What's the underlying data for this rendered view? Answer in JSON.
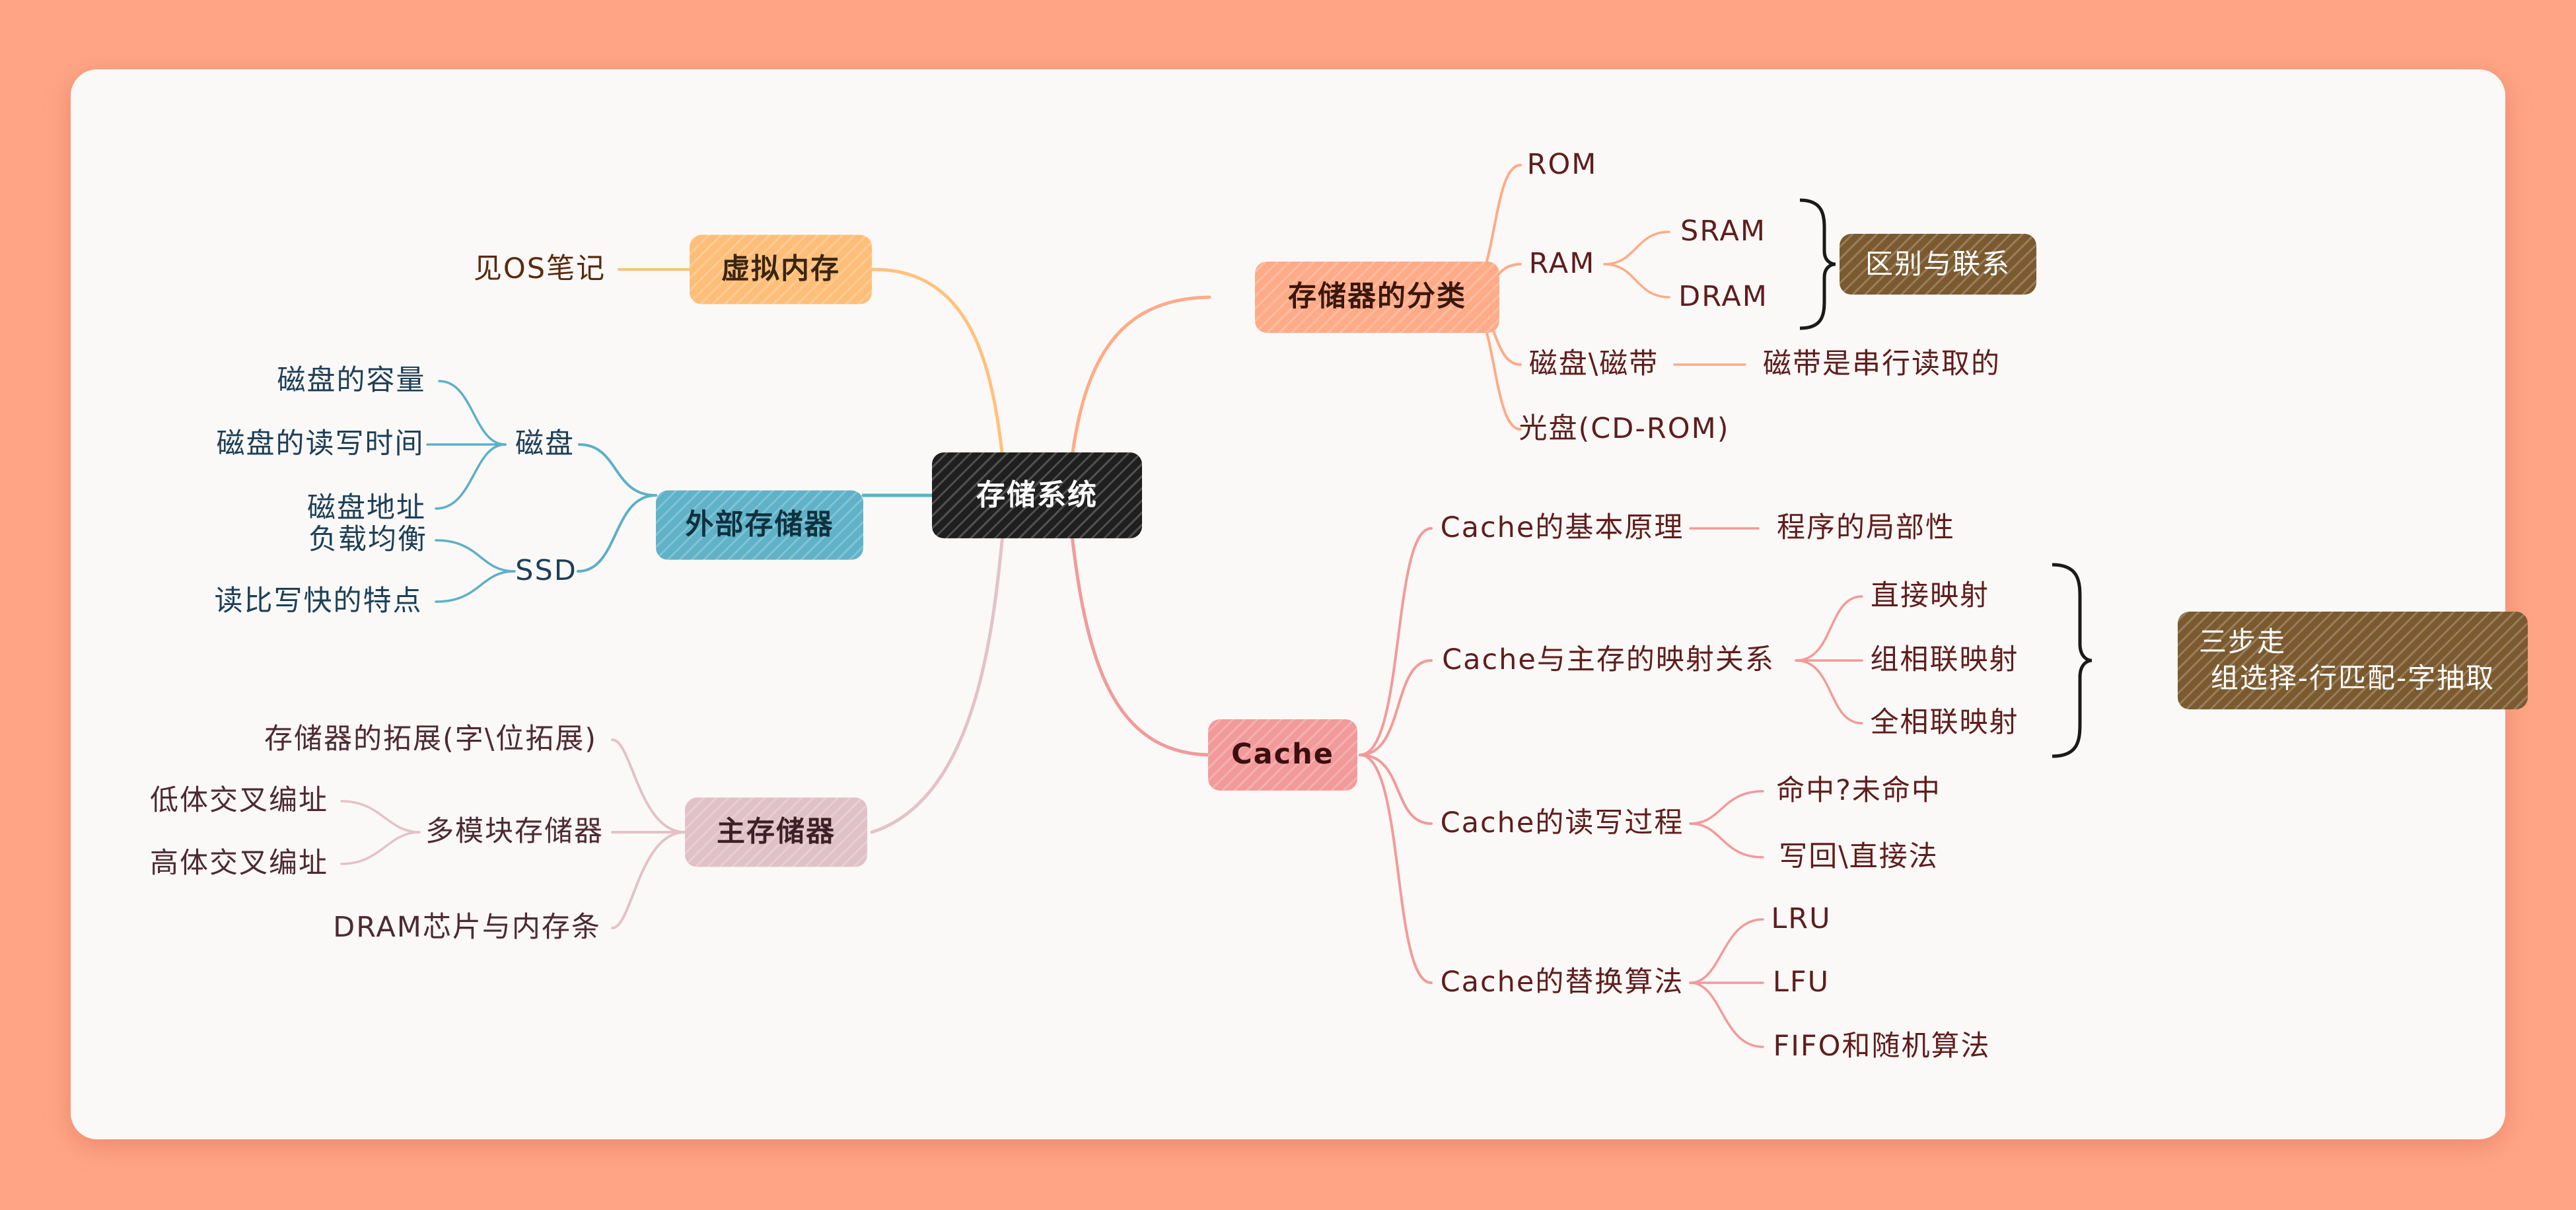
{
  "mindmap": {
    "root": "存储系统",
    "virtual": {
      "title": "虚拟内存",
      "note": "见OS笔记"
    },
    "external": {
      "title": "外部存储器",
      "disk": {
        "label": "磁盘",
        "items": [
          "磁盘的容量",
          "磁盘的读写时间",
          "磁盘地址"
        ]
      },
      "ssd": {
        "label": "SSD",
        "items": [
          "负载均衡",
          "读比写快的特点"
        ]
      }
    },
    "main_memory": {
      "title": "主存储器",
      "expand": "存储器的拓展(字\\位拓展)",
      "multi": {
        "label": "多模块存储器",
        "items": [
          "低体交叉编址",
          "高体交叉编址"
        ]
      },
      "dram": "DRAM芯片与内存条"
    },
    "classification": {
      "title": "存储器的分类",
      "rom": "ROM",
      "ram": {
        "label": "RAM",
        "items": [
          "SRAM",
          "DRAM"
        ],
        "summary": "区别与联系"
      },
      "disk_tape": {
        "label": "磁盘\\磁带",
        "note": "磁带是串行读取的"
      },
      "optical": "光盘(CD-ROM)"
    },
    "cache": {
      "title": "Cache",
      "principle": {
        "label": "Cache的基本原理",
        "note": "程序的局部性"
      },
      "mapping": {
        "label": "Cache与主存的映射关系",
        "items": [
          "直接映射",
          "组相联映射",
          "全相联映射"
        ],
        "summary": [
          "三步走",
          "组选择-行匹配-字抽取"
        ]
      },
      "rw": {
        "label": "Cache的读写过程",
        "items": [
          "命中?未命中",
          "写回\\直接法"
        ]
      },
      "replace": {
        "label": "Cache的替换算法",
        "items": [
          "LRU",
          "LFU",
          "FIFO和随机算法"
        ]
      }
    }
  },
  "colors": {
    "page_bg": "#ffa586",
    "canvas_bg": "#fbf9f7",
    "root_bg": "#1f1f1f",
    "virtual_bg": "#ffbe78",
    "external_bg": "#5fb2c8",
    "main_bg": "#e1c1c8",
    "classification_bg": "#ffab88",
    "cache_bg": "#f29a9a",
    "summary_bg": "#7b5a2f"
  }
}
